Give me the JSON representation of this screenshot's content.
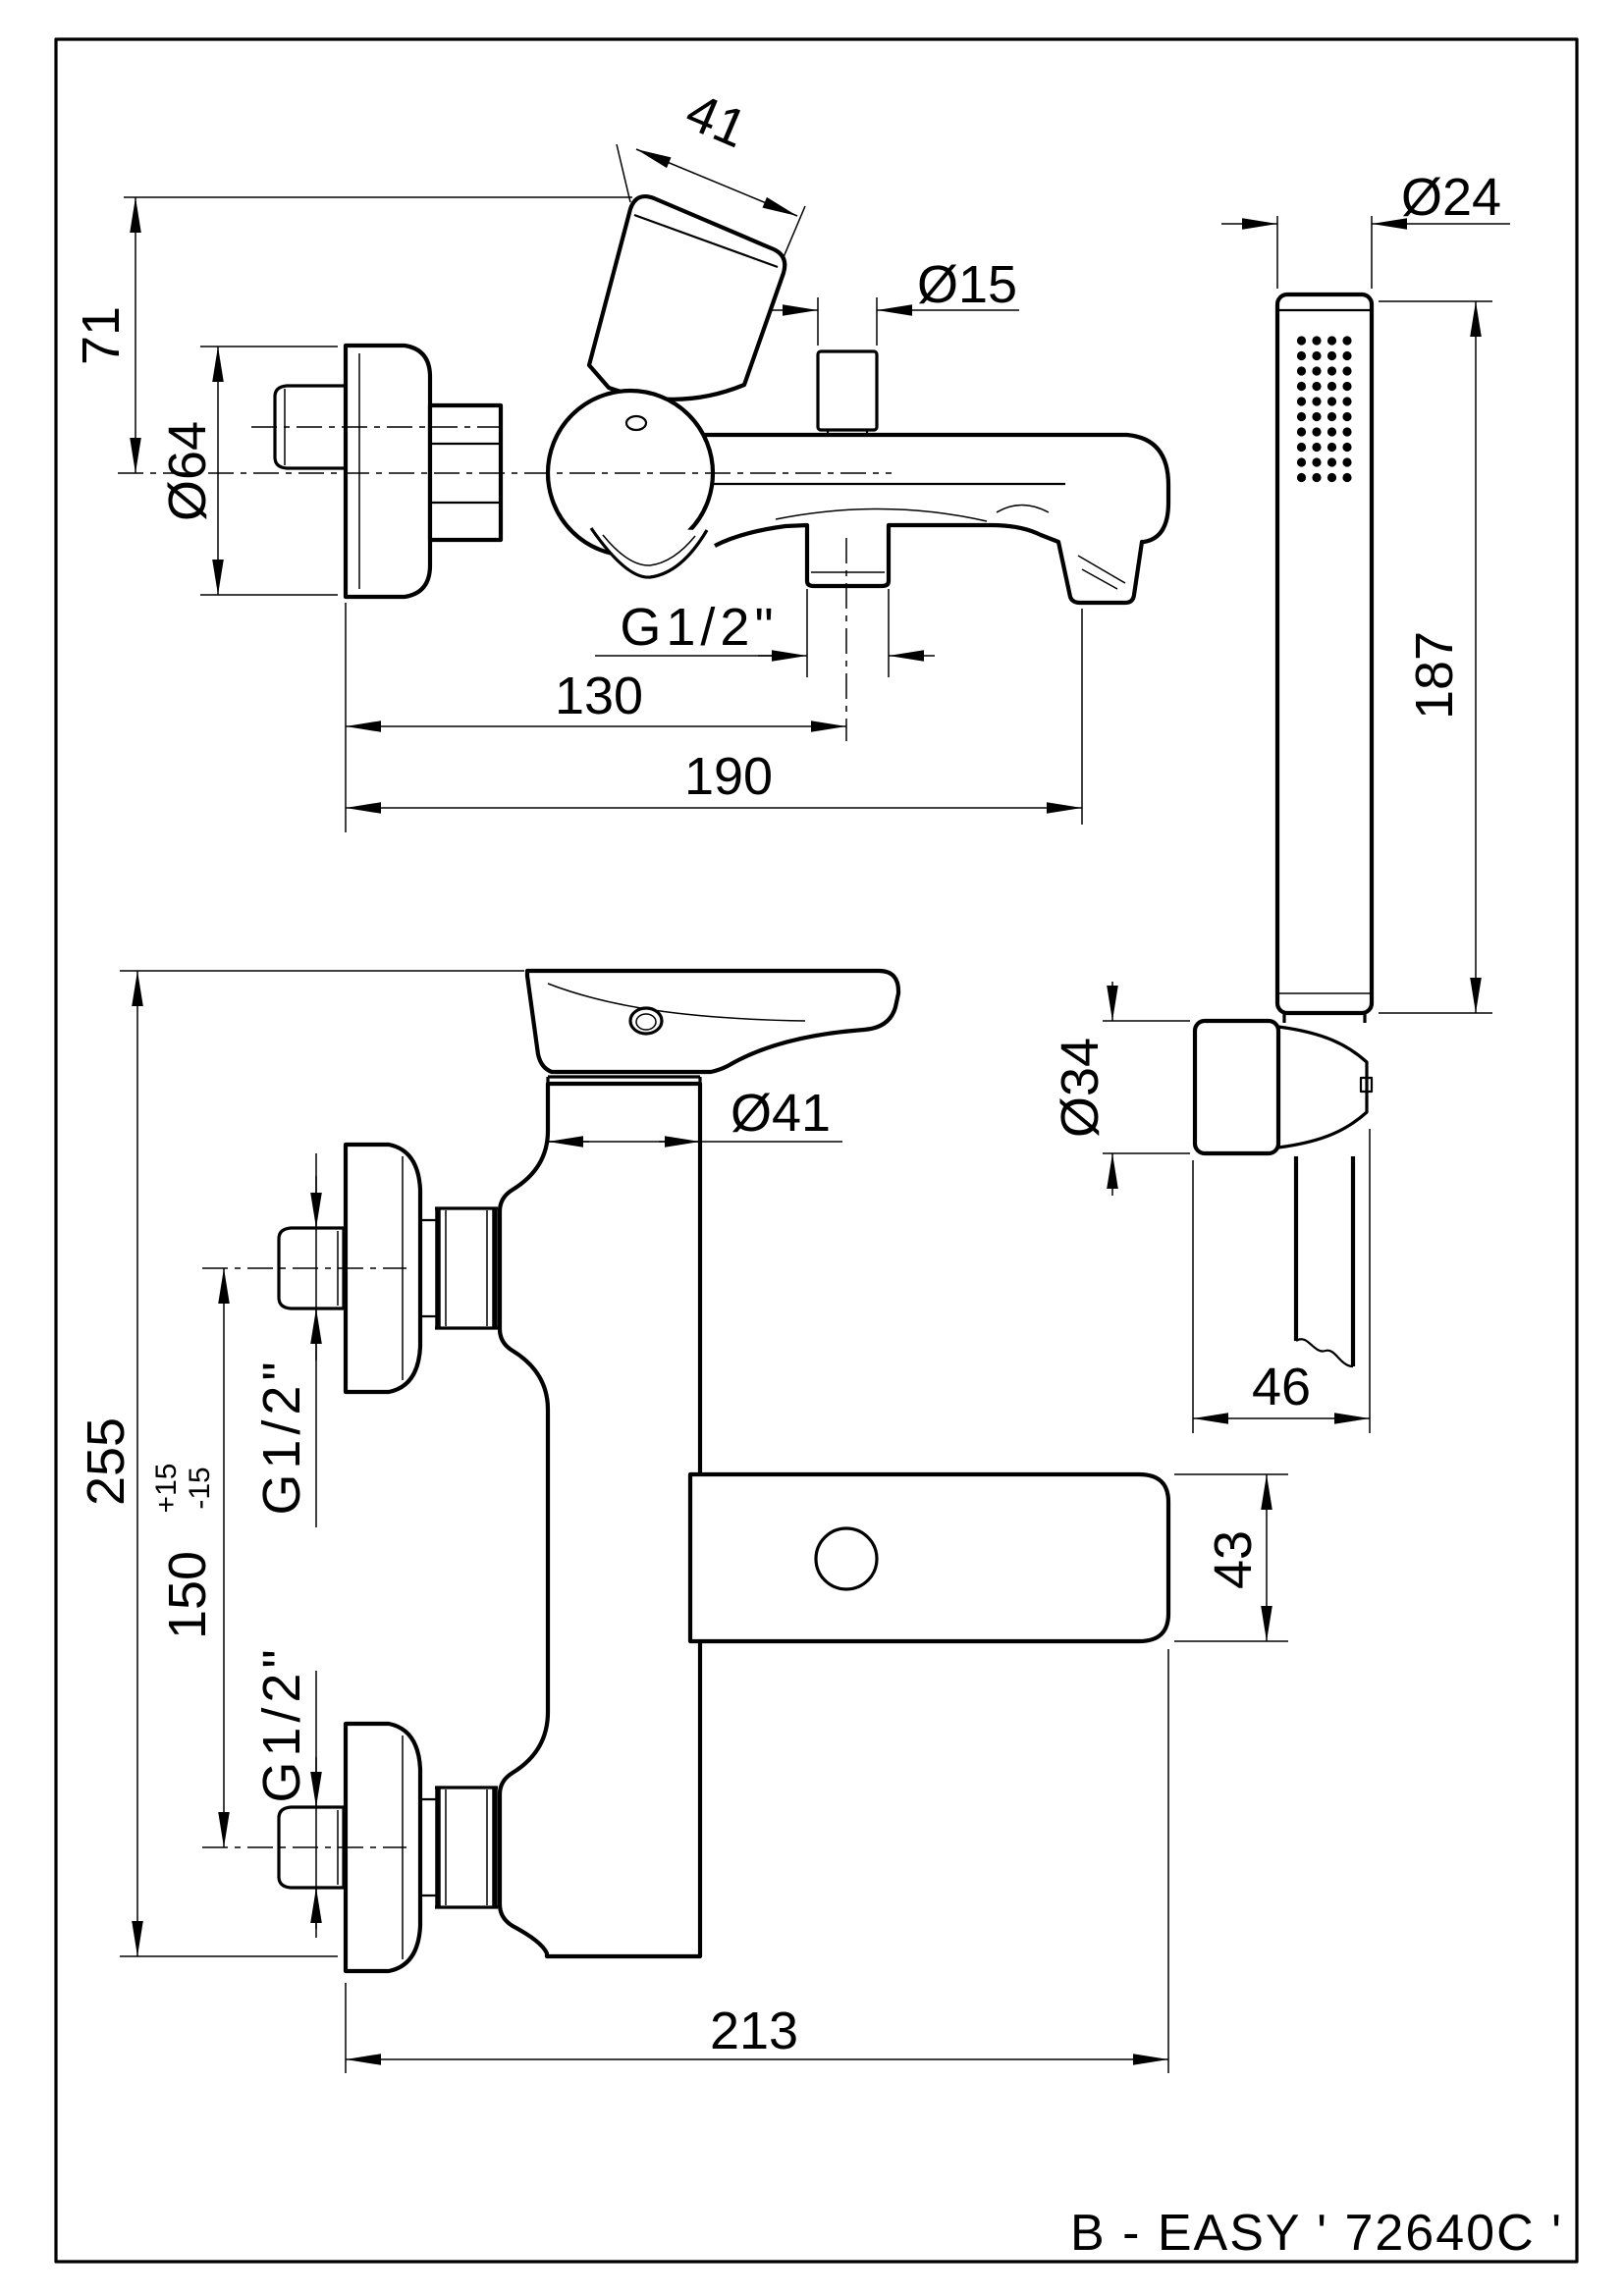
{
  "page": {
    "product_code": "B - EASY ' 72640C '"
  },
  "side_view": {
    "dim_handle_width": "41",
    "dim_height_to_axis": "71",
    "dim_flange_diameter": "Ø64",
    "dim_diverter_diameter": "Ø15",
    "dim_outlet_thread": "G1/2\"",
    "dim_wall_to_outlet": "130",
    "dim_wall_to_tip": "190"
  },
  "hand_shower": {
    "dim_head_diameter": "Ø24",
    "dim_length": "187",
    "dim_holder_diameter": "Ø34",
    "dim_holder_depth": "46"
  },
  "front_view": {
    "dim_total_height": "255",
    "dim_interaxis": "150",
    "dim_interaxis_tol_plus": "+15",
    "dim_interaxis_tol_minus": "-15",
    "dim_inlet_thread_top": "G1/2\"",
    "dim_inlet_thread_bottom": "G1/2\"",
    "dim_body_diameter": "Ø41",
    "dim_spout_height": "43",
    "dim_total_length": "213"
  }
}
